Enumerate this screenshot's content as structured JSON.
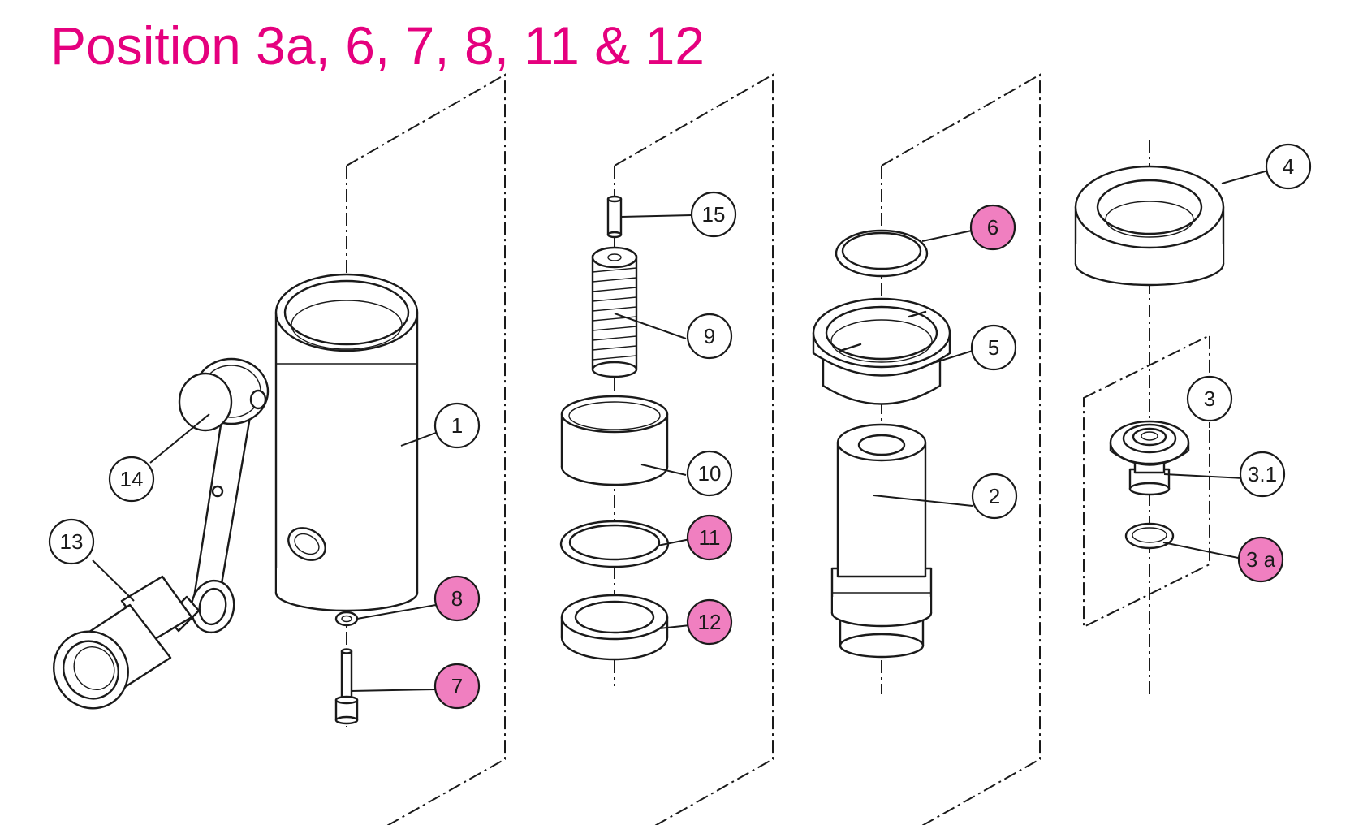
{
  "title": "Position 3a, 6, 7, 8, 11 & 12",
  "colors": {
    "accent": "#e5007e",
    "highlight_fill": "#f07fc0",
    "line": "#1a1a1a"
  },
  "callouts": [
    {
      "id": "1",
      "label": "1",
      "highlighted": false
    },
    {
      "id": "2",
      "label": "2",
      "highlighted": false
    },
    {
      "id": "3",
      "label": "3",
      "highlighted": false
    },
    {
      "id": "3.1",
      "label": "3.1",
      "highlighted": false
    },
    {
      "id": "3a",
      "label": "3 a",
      "highlighted": true
    },
    {
      "id": "4",
      "label": "4",
      "highlighted": false
    },
    {
      "id": "5",
      "label": "5",
      "highlighted": false
    },
    {
      "id": "6",
      "label": "6",
      "highlighted": true
    },
    {
      "id": "7",
      "label": "7",
      "highlighted": true
    },
    {
      "id": "8",
      "label": "8",
      "highlighted": true
    },
    {
      "id": "9",
      "label": "9",
      "highlighted": false
    },
    {
      "id": "10",
      "label": "10",
      "highlighted": false
    },
    {
      "id": "11",
      "label": "11",
      "highlighted": true
    },
    {
      "id": "12",
      "label": "12",
      "highlighted": true
    },
    {
      "id": "13",
      "label": "13",
      "highlighted": false
    },
    {
      "id": "14",
      "label": "14",
      "highlighted": false
    },
    {
      "id": "15",
      "label": "15",
      "highlighted": false
    }
  ]
}
